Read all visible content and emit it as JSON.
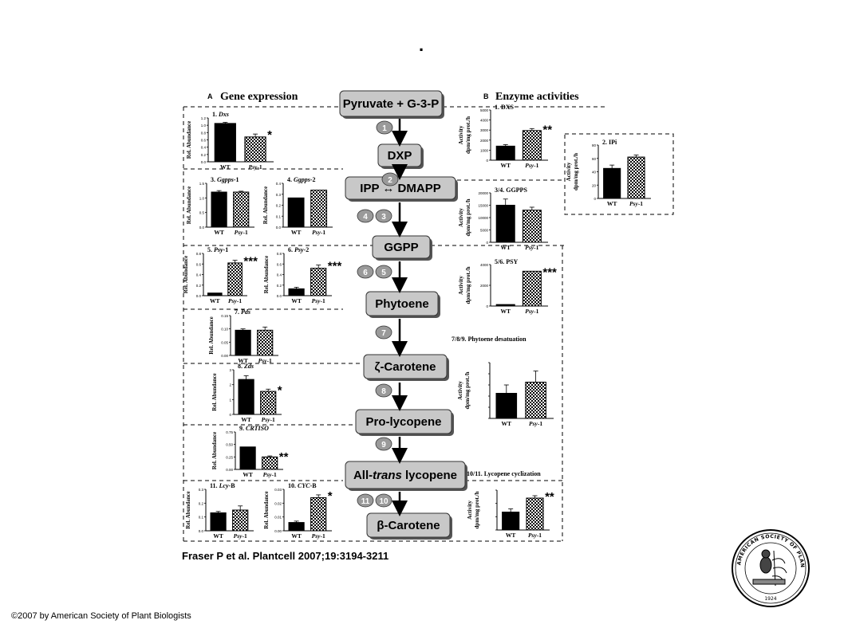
{
  "top_mark": ".",
  "citation": "Fraser P et al. Plantcell 2007;19:3194-3211",
  "copyright": "©2007 by American Society of Plant Biologists",
  "seal": {
    "text": "AMERICAN SOCIETY OF PLANT BIOLOGISTS",
    "year": "1924"
  },
  "colors": {
    "wt_bar": "#000000",
    "psy_bar": "checkerboard",
    "pathway_box": "#c8c8c8",
    "step_circle": "#9a9a9a"
  },
  "panel_a": {
    "letter": "A",
    "title": "Gene expression"
  },
  "panel_b": {
    "letter": "B",
    "title": "Enzyme activities"
  },
  "pathway": {
    "nodes": [
      {
        "id": "pyr",
        "label": "Pyruvate + G-3-P"
      },
      {
        "id": "dxp",
        "label": "DXP"
      },
      {
        "id": "ipp",
        "label_left": "IPP",
        "label_arrow": "↔",
        "label_right": "DMAPP"
      },
      {
        "id": "ggpp",
        "label": "GGPP"
      },
      {
        "id": "phy",
        "label": "Phytoene"
      },
      {
        "id": "zeta",
        "label": "ζ-Carotene"
      },
      {
        "id": "pro",
        "label": "Pro-lycopene"
      },
      {
        "id": "all",
        "pre": "All-",
        "ital": "trans",
        "post": " lycopene"
      },
      {
        "id": "beta",
        "label": "β-Carotene"
      }
    ],
    "steps": [
      "1",
      "2",
      "4",
      "3",
      "6",
      "5",
      "7",
      "8",
      "9",
      "11",
      "10"
    ]
  },
  "gene_charts": [
    {
      "num": "1.",
      "gene": "Dxs",
      "suffix": "",
      "ylabel": "Rel. Abundance",
      "yticks": [
        "0.0",
        "0.2",
        "0.4",
        "0.6",
        "0.8",
        "1.0",
        "1.2"
      ],
      "ymax": 1.2,
      "wt": 1.05,
      "psy": 0.68,
      "wt_err": 0.03,
      "psy_err": 0.08,
      "sig": "*"
    },
    {
      "num": "3.",
      "gene": "Ggpps",
      "suffix": "-1",
      "ylabel": "Rel. Abundance",
      "yticks": [
        "0.0",
        "0.5",
        "1.0",
        "1.5"
      ],
      "ymax": 1.5,
      "wt": 1.2,
      "psy": 1.2,
      "wt_err": 0.05,
      "psy_err": 0.03,
      "sig": ""
    },
    {
      "num": "4.",
      "gene": "Ggpps",
      "suffix": "-2",
      "ylabel": "Rel. Abundance",
      "yticks": [
        "0.0",
        "0.1",
        "0.2",
        "0.3",
        "0.4"
      ],
      "ymax": 0.45,
      "wt": 0.3,
      "psy": 0.38,
      "wt_err": 0.0,
      "psy_err": 0.0,
      "sig": ""
    },
    {
      "num": "5.",
      "gene": "Psy",
      "suffix": "-1",
      "ylabel": "Rel. Abundance",
      "yticks": [
        "0.0",
        "0.2",
        "0.4",
        "0.6",
        "0.8"
      ],
      "ymax": 0.8,
      "wt": 0.05,
      "psy": 0.62,
      "wt_err": 0.0,
      "psy_err": 0.05,
      "sig": "***"
    },
    {
      "num": "6.",
      "gene": "Psy",
      "suffix": "-2",
      "ylabel": "Rel. Abundance",
      "yticks": [
        "0.0",
        "0.2",
        "0.4",
        "0.6",
        "0.8"
      ],
      "ymax": 0.8,
      "wt": 0.13,
      "psy": 0.52,
      "wt_err": 0.03,
      "psy_err": 0.06,
      "sig": "***"
    },
    {
      "num": "7.",
      "gene": "Pds",
      "suffix": "",
      "ylabel": "Rel. Abundance",
      "yticks": [
        "0.00",
        "0.05",
        "0.10",
        "0.15"
      ],
      "ymax": 0.15,
      "wt": 0.095,
      "psy": 0.095,
      "wt_err": 0.005,
      "psy_err": 0.012,
      "sig": ""
    },
    {
      "num": "8.",
      "gene": "Zds",
      "suffix": "",
      "ylabel": "Rel. Abundance",
      "yticks": [
        "0",
        "1",
        "2",
        "3"
      ],
      "ymax": 3,
      "wt": 2.35,
      "psy": 1.55,
      "wt_err": 0.25,
      "psy_err": 0.15,
      "sig": "*"
    },
    {
      "num": "9.",
      "gene": "CRTISO",
      "suffix": "",
      "ylabel": "Rel. Abundance",
      "yticks": [
        "0.00",
        "0.25",
        "0.50",
        "0.75"
      ],
      "ymax": 0.75,
      "wt": 0.45,
      "psy": 0.25,
      "wt_err": 0.0,
      "psy_err": 0.02,
      "sig": "**"
    },
    {
      "num": "11.",
      "gene": "Lcy",
      "suffix": "-B",
      "ylabel": "Rel. Abundance",
      "yticks": [
        "0.0",
        "0.1",
        "0.2",
        "0.3"
      ],
      "ymax": 0.3,
      "wt": 0.13,
      "psy": 0.15,
      "wt_err": 0.01,
      "psy_err": 0.03,
      "sig": ""
    },
    {
      "num": "10.",
      "gene": "CYC",
      "suffix": "-B",
      "ylabel": "Rel. Abundance",
      "yticks": [
        "0.00",
        "0.01",
        "0.02",
        "0.03"
      ],
      "ymax": 0.03,
      "wt": 0.006,
      "psy": 0.024,
      "wt_err": 0.001,
      "psy_err": 0.002,
      "sig": "*"
    }
  ],
  "enzyme_charts": [
    {
      "title": "1. DXS",
      "ylabel": [
        "Activity",
        "dpm/mg prot./h"
      ],
      "yticks": [
        "0",
        "1000",
        "2000",
        "3000",
        "4000",
        "5000"
      ],
      "ymax": 5000,
      "wt": 1400,
      "psy": 2950,
      "wt_err": 150,
      "psy_err": 200,
      "sig": "**"
    },
    {
      "title": "2. IPi",
      "ylabel": [
        "Activity",
        "dpm/mg prot./h"
      ],
      "yticks": [
        "0",
        "20",
        "40",
        "60",
        "80"
      ],
      "ymax": 80,
      "wt": 45,
      "psy": 62,
      "wt_err": 5,
      "psy_err": 3,
      "sig": ""
    },
    {
      "title": "3/4. GGPPS",
      "ylabel": [
        "Activity",
        "dpm/mg prot./h"
      ],
      "yticks": [
        "0",
        "5000",
        "10000",
        "15000",
        "20000"
      ],
      "ymax": 20000,
      "wt": 15000,
      "psy": 13000,
      "wt_err": 2500,
      "psy_err": 1200,
      "sig": ""
    },
    {
      "title": "5/6. PSY",
      "ylabel": [
        "Activity",
        "dpm/mg prot./h"
      ],
      "yticks": [
        "0",
        "2000",
        "4000"
      ],
      "ymax": 5000,
      "wt": 180,
      "psy": 4200,
      "wt_err": 0,
      "psy_err": 0,
      "sig": "***"
    },
    {
      "title": "7/8/9. Phytoene desatuation",
      "ylabel": [
        "Activity",
        "dpm/mg prot./h"
      ],
      "yticks": [
        "",
        "",
        "",
        "",
        "",
        ""
      ],
      "ymax": 100,
      "wt": 45,
      "psy": 65,
      "wt_err": 15,
      "psy_err": 20,
      "sig": ""
    },
    {
      "title": "10/11. Lycopene cyclization",
      "ylabel": [
        "Activity",
        "dpm/mg prot./h"
      ],
      "yticks": [
        "",
        "",
        "",
        ""
      ],
      "ymax": 100,
      "wt": 45,
      "psy": 80,
      "wt_err": 8,
      "psy_err": 6,
      "sig": "**"
    }
  ],
  "x_labels": {
    "wt": "WT",
    "psy": "Psy",
    "psy_suffix": "-1"
  }
}
